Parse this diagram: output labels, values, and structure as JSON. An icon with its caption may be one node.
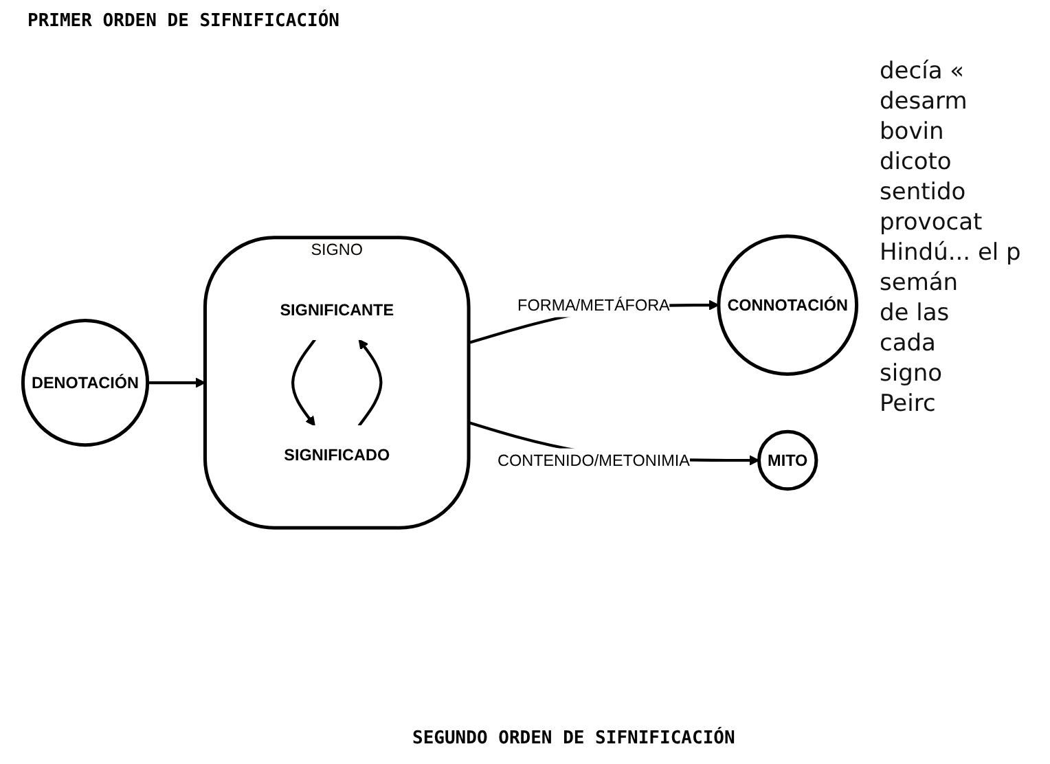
{
  "diagram": {
    "nodes": [
      {
        "text": [
          "DENOTACIÓN"
        ]
      },
      {
        "text": [
          "SIGNO"
        ]
      },
      {
        "text": [
          "SIGNIFICANTE"
        ],
        "in": 1
      },
      {
        "text": [
          "SIGNIFICADO"
        ],
        "in": 1
      },
      {
        "text": [
          "CONNOTACIÓN"
        ]
      },
      {
        "text": [
          "MITO"
        ]
      }
    ],
    "edges": [
      {
        "from": 0,
        "to": 1,
        "arrow": "to"
      },
      {
        "from": 3,
        "to": 2,
        "arrow": "to"
      },
      {
        "from": 2,
        "to": 3,
        "arrow": "to"
      },
      {
        "from": 1,
        "to": 4,
        "arrow": "to",
        "label": "FORMA/METÁFORA"
      },
      {
        "from": 1,
        "to": 5,
        "arrow": "to",
        "label": "CONTENIDO/METONIMIA"
      }
    ],
    "labels": [
      "PRIMER ORDEN DE SIFNIFICACIÓN",
      "SEGUNDO ORDEN DE SIFNIFICACIÓN",
      "decía «",
      "desarm",
      "bovin",
      "dicoto",
      "sentido",
      "provocat",
      "Hindú... el p",
      "semán",
      "de las",
      "cada",
      "signo",
      "Peirc"
    ]
  }
}
